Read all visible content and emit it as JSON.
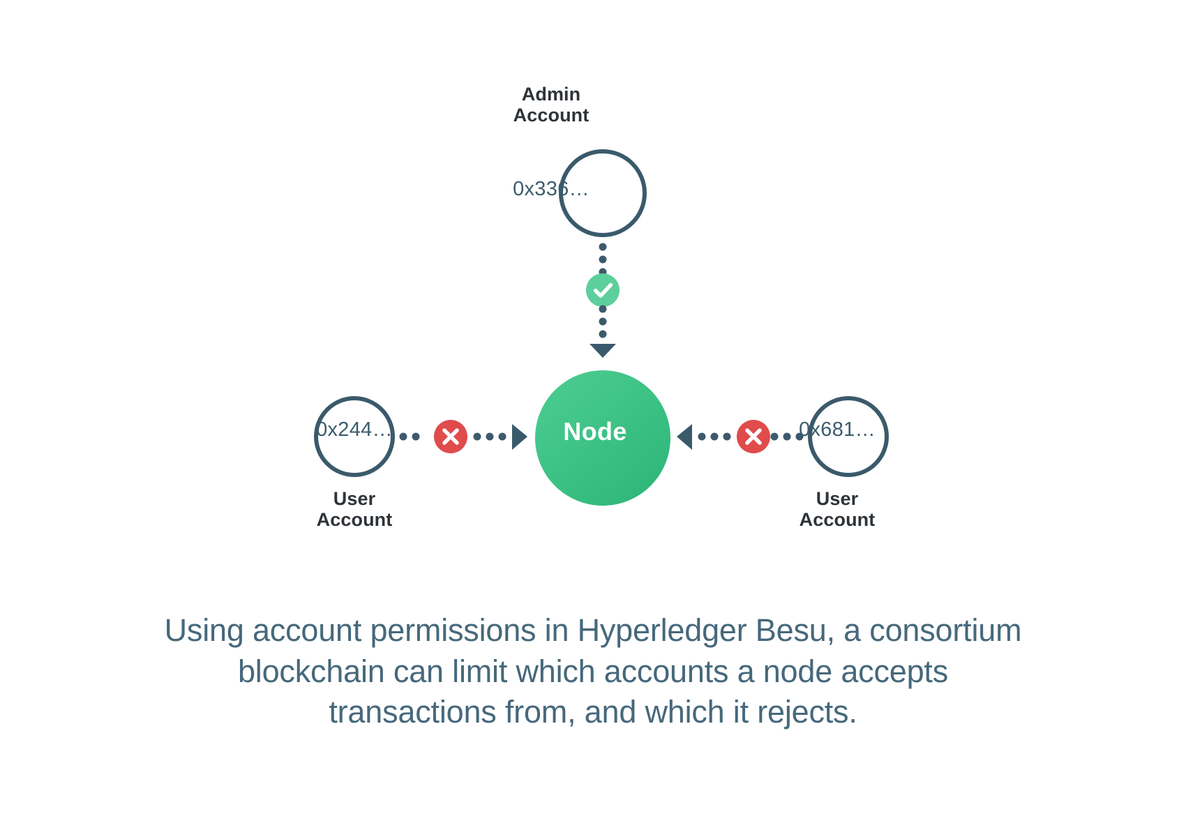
{
  "diagram": {
    "title_caption": "Using account permissions in Hyperledger Besu, a consortium blockchain can limit which accounts a node accepts transactions from, and which it rejects.",
    "node": {
      "label": "Node",
      "fill_from": "#4ccb90",
      "fill_to": "#2eb677"
    },
    "accounts": [
      {
        "id": "admin",
        "role_label": "Admin\nAccount",
        "address": "0x336…",
        "permission": "allowed",
        "badge_icon": "check-icon",
        "badge_color": "#5ccf9d"
      },
      {
        "id": "user-left",
        "role_label": "User\nAccount",
        "address": "0x244…",
        "permission": "rejected",
        "badge_icon": "cross-icon",
        "badge_color": "#e04b4b"
      },
      {
        "id": "user-right",
        "role_label": "User\nAccount",
        "address": "0x681…",
        "permission": "rejected",
        "badge_icon": "cross-icon",
        "badge_color": "#e04b4b"
      }
    ],
    "colors": {
      "outline": "#3a5a6b",
      "dot": "#3d5a6c",
      "label_text": "#2e3338",
      "address_text": "#3c5c6d",
      "caption_text": "#46687b",
      "background": "#ffffff"
    }
  }
}
